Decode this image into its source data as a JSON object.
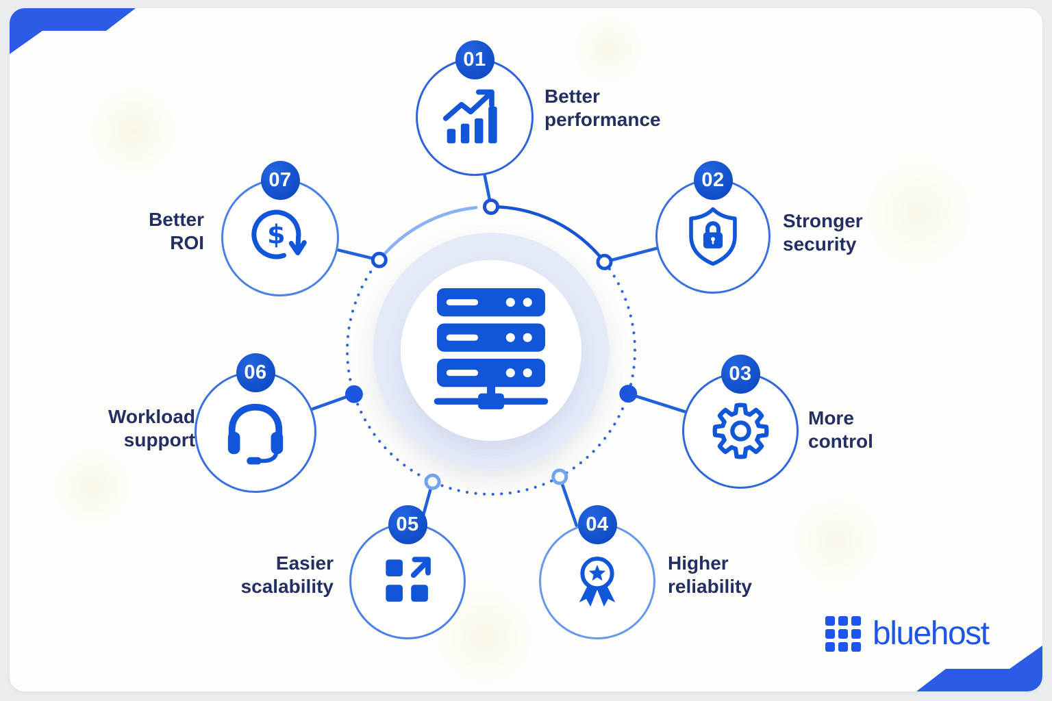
{
  "brand": {
    "name": "bluehost",
    "logo_icon": "grid-3x3-icon",
    "logo_blue": "#1c55e8"
  },
  "center": {
    "icon": "server-stack-icon"
  },
  "items": [
    {
      "number": "01",
      "label_line1": "Better",
      "label_line2": "performance",
      "icon": "growth-chart-icon"
    },
    {
      "number": "02",
      "label_line1": "Stronger",
      "label_line2": "security",
      "icon": "shield-lock-icon"
    },
    {
      "number": "03",
      "label_line1": "More",
      "label_line2": "control",
      "icon": "gear-icon"
    },
    {
      "number": "04",
      "label_line1": "Higher",
      "label_line2": "reliability",
      "icon": "award-medal-icon"
    },
    {
      "number": "05",
      "label_line1": "Easier",
      "label_line2": "scalability",
      "icon": "scale-up-icon"
    },
    {
      "number": "06",
      "label_line1": "Workload",
      "label_line2": "support",
      "icon": "headset-icon"
    },
    {
      "number": "07",
      "label_line1": "Better",
      "label_line2": "ROI",
      "icon": "dollar-cycle-icon",
      "icon_glyph": "$"
    }
  ],
  "colors": {
    "icon_blue": "#1156d9",
    "badge_blue": "#1152cf",
    "navy_text": "#232e63",
    "corner_accent": "#2c5ce6",
    "light_ring": "#e4eaf7",
    "dotted_circle": "#3566d8",
    "light_arc": "#8ab1f2"
  }
}
